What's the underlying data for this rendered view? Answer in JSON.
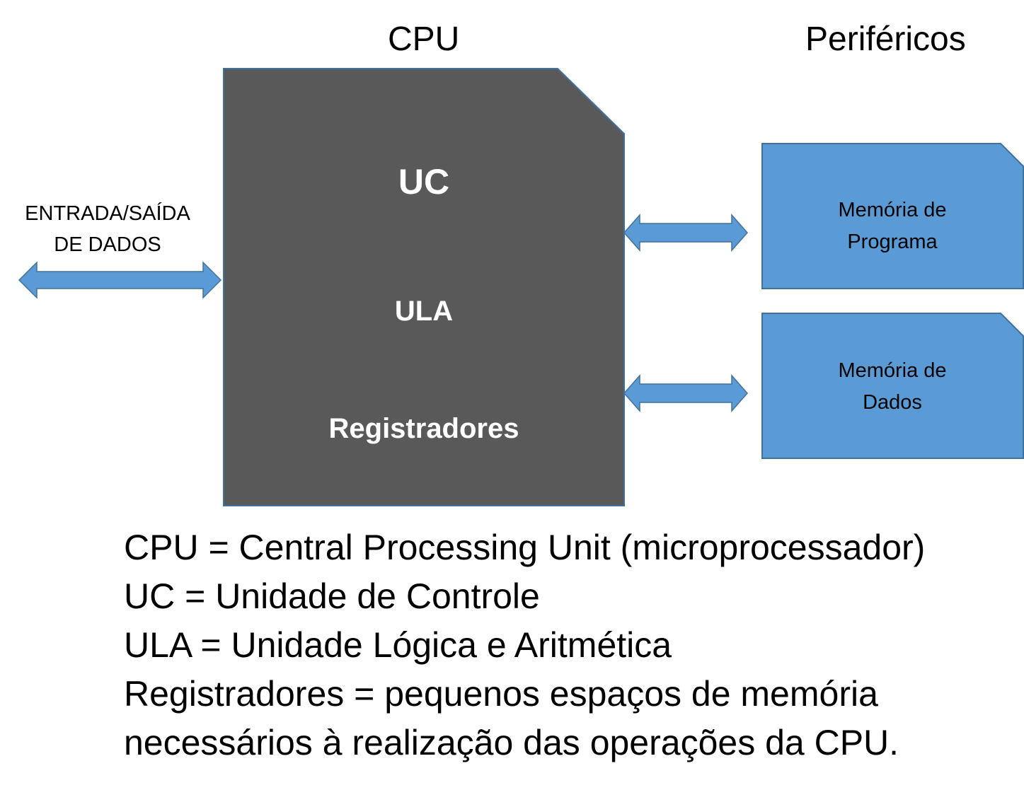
{
  "titles": {
    "cpu": "CPU",
    "peripherals": "Periféricos"
  },
  "io": {
    "line1": "ENTRADA/SAÍDA",
    "line2": "DE DADOS"
  },
  "cpu_block": {
    "uc": "UC",
    "ula": "ULA",
    "registers": "Registradores",
    "fill_color": "#595959",
    "border_color": "#41719C"
  },
  "memories": [
    {
      "line1": "Memória de",
      "line2": "Programa"
    },
    {
      "line1": "Memória de",
      "line2": "Dados"
    }
  ],
  "colors": {
    "memory_fill": "#5B9BD5",
    "arrow_fill": "#5B9BD5",
    "outline": "#41719C"
  },
  "legend": [
    "CPU = Central Processing Unit (microprocessador)",
    "UC = Unidade de Controle",
    "ULA = Unidade Lógica e Aritmética",
    "Registradores = pequenos espaços de memória",
    "necessários à realização das operações da CPU."
  ]
}
